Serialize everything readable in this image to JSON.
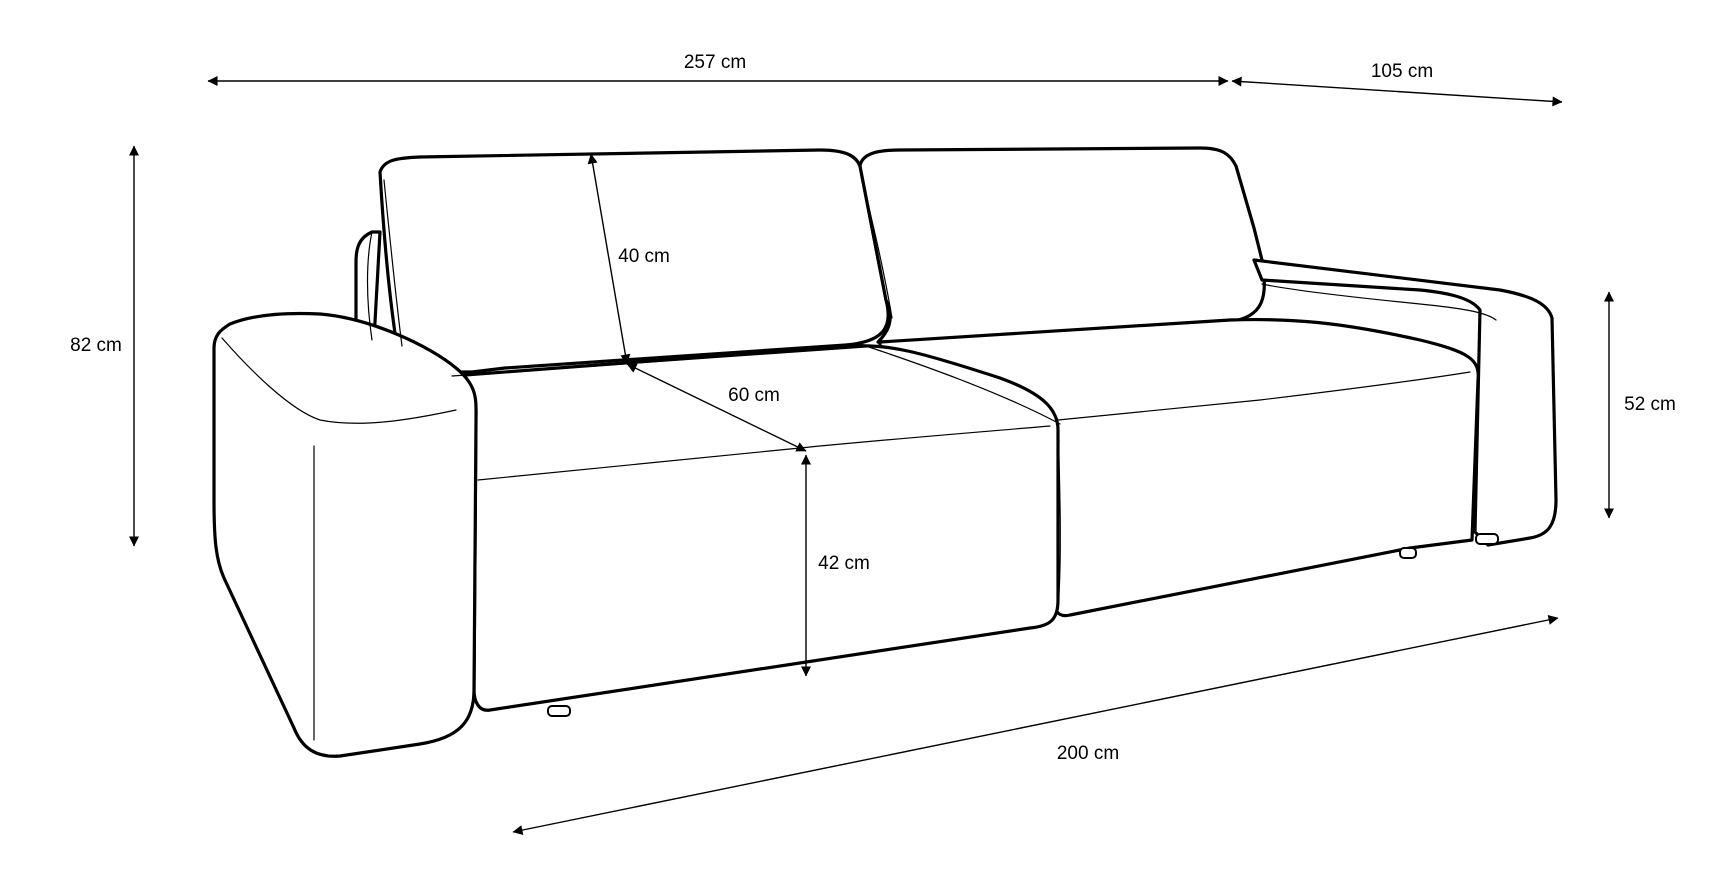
{
  "dimensions": {
    "total_width": "257 cm",
    "depth": "105 cm",
    "total_height": "82 cm",
    "backrest_height": "40 cm",
    "seat_depth": "60 cm",
    "seat_height": "42 cm",
    "armrest_height": "52 cm",
    "seat_width": "200 cm"
  },
  "colors": {
    "line": "#000000",
    "background": "#ffffff"
  }
}
